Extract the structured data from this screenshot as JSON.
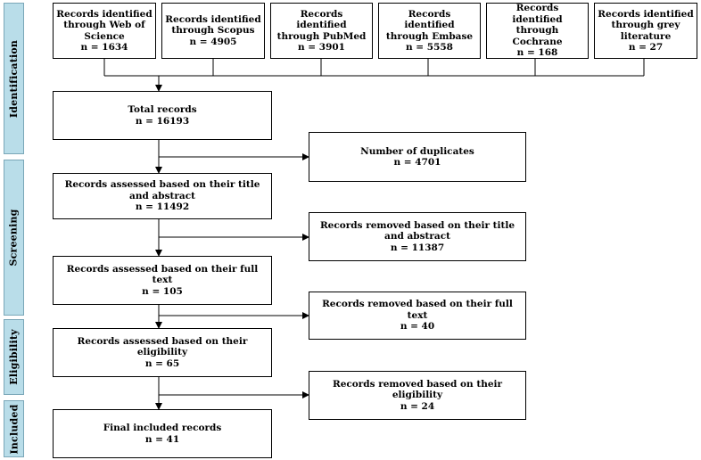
{
  "phases": {
    "identification": "Identification",
    "screening": "Screening",
    "eligibility": "Eligibility",
    "included": "Included"
  },
  "sources": [
    {
      "label": "Records identified through Web of Science",
      "count": "n = 1634"
    },
    {
      "label": "Records identified through Scopus",
      "count": "n = 4905"
    },
    {
      "label": "Records identified through PubMed",
      "count": "n = 3901"
    },
    {
      "label": "Records identified through Embase",
      "count": "n = 5558"
    },
    {
      "label": "Records identified through Cochrane",
      "count": "n = 168"
    },
    {
      "label": "Records identified through grey literature",
      "count": "n = 27"
    }
  ],
  "main": {
    "total": {
      "label": "Total records",
      "count": "n = 16193"
    },
    "title_abstract": {
      "label": "Records assessed based on their title and abstract",
      "count": "n = 11492"
    },
    "full_text": {
      "label": "Records assessed based on their full text",
      "count": "n = 105"
    },
    "eligibility": {
      "label": "Records assessed based on their eligibility",
      "count": "n = 65"
    },
    "final": {
      "label": "Final included records",
      "count": "n = 41"
    }
  },
  "side": {
    "duplicates": {
      "label": "Number of duplicates",
      "count": "n = 4701"
    },
    "removed_title_abstract": {
      "label": "Records removed based on their title and abstract",
      "count": "n = 11387"
    },
    "removed_full_text": {
      "label": "Records removed based on their full text",
      "count": "n = 40"
    },
    "removed_eligibility": {
      "label": "Records removed based on their eligibility",
      "count": "n = 24"
    }
  }
}
